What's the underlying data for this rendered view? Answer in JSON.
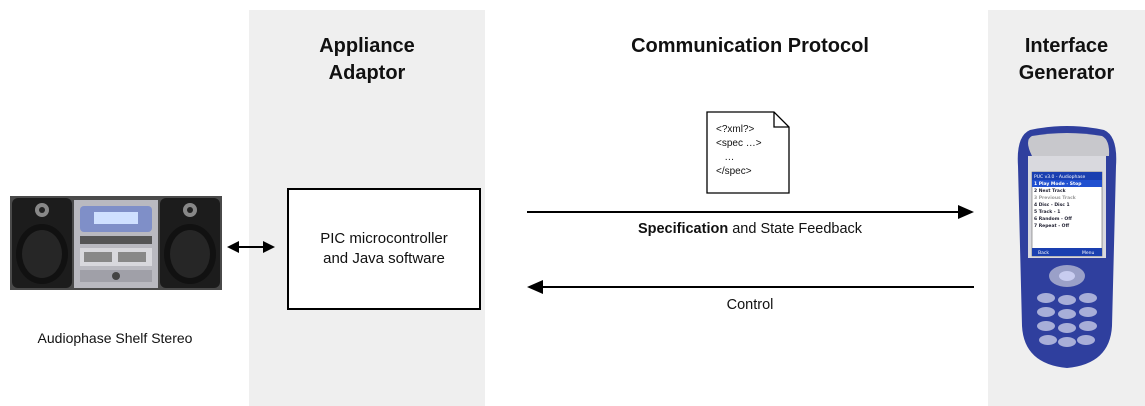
{
  "headings": {
    "adaptor": [
      "Appliance",
      "Adaptor"
    ],
    "protocol": "Communication Protocol",
    "generator": [
      "Interface",
      "Generator"
    ]
  },
  "stereo": {
    "caption": "Audiophase Shelf Stereo",
    "icon": "stereo-photo"
  },
  "adaptor_box": {
    "lines": [
      "PIC microcontroller",
      "and Java software"
    ]
  },
  "spec_document": {
    "icon": "document-icon",
    "lines": [
      "<?xml?>",
      "<spec …>",
      "   …",
      "</spec>"
    ]
  },
  "arrows": {
    "spec_label_bold": "Specification",
    "spec_label_rest": " and State Feedback",
    "control_label": "Control"
  },
  "phone": {
    "icon": "phone-photo",
    "screen_title": "PUC v3.0 - Audiophase",
    "menu_items": [
      "1 Play Mode - Stop",
      "2 Next Track",
      "3 Previous Track",
      "4 Disc - Disc 1",
      "5 Track - 1",
      "6 Random - Off",
      "7 Repeat - Off"
    ],
    "softkeys": [
      "Back",
      "Menu"
    ]
  },
  "colors": {
    "panel": "#efefef",
    "phone_body": "#2f3f9e",
    "screen_highlight": "#1a3fb0"
  }
}
